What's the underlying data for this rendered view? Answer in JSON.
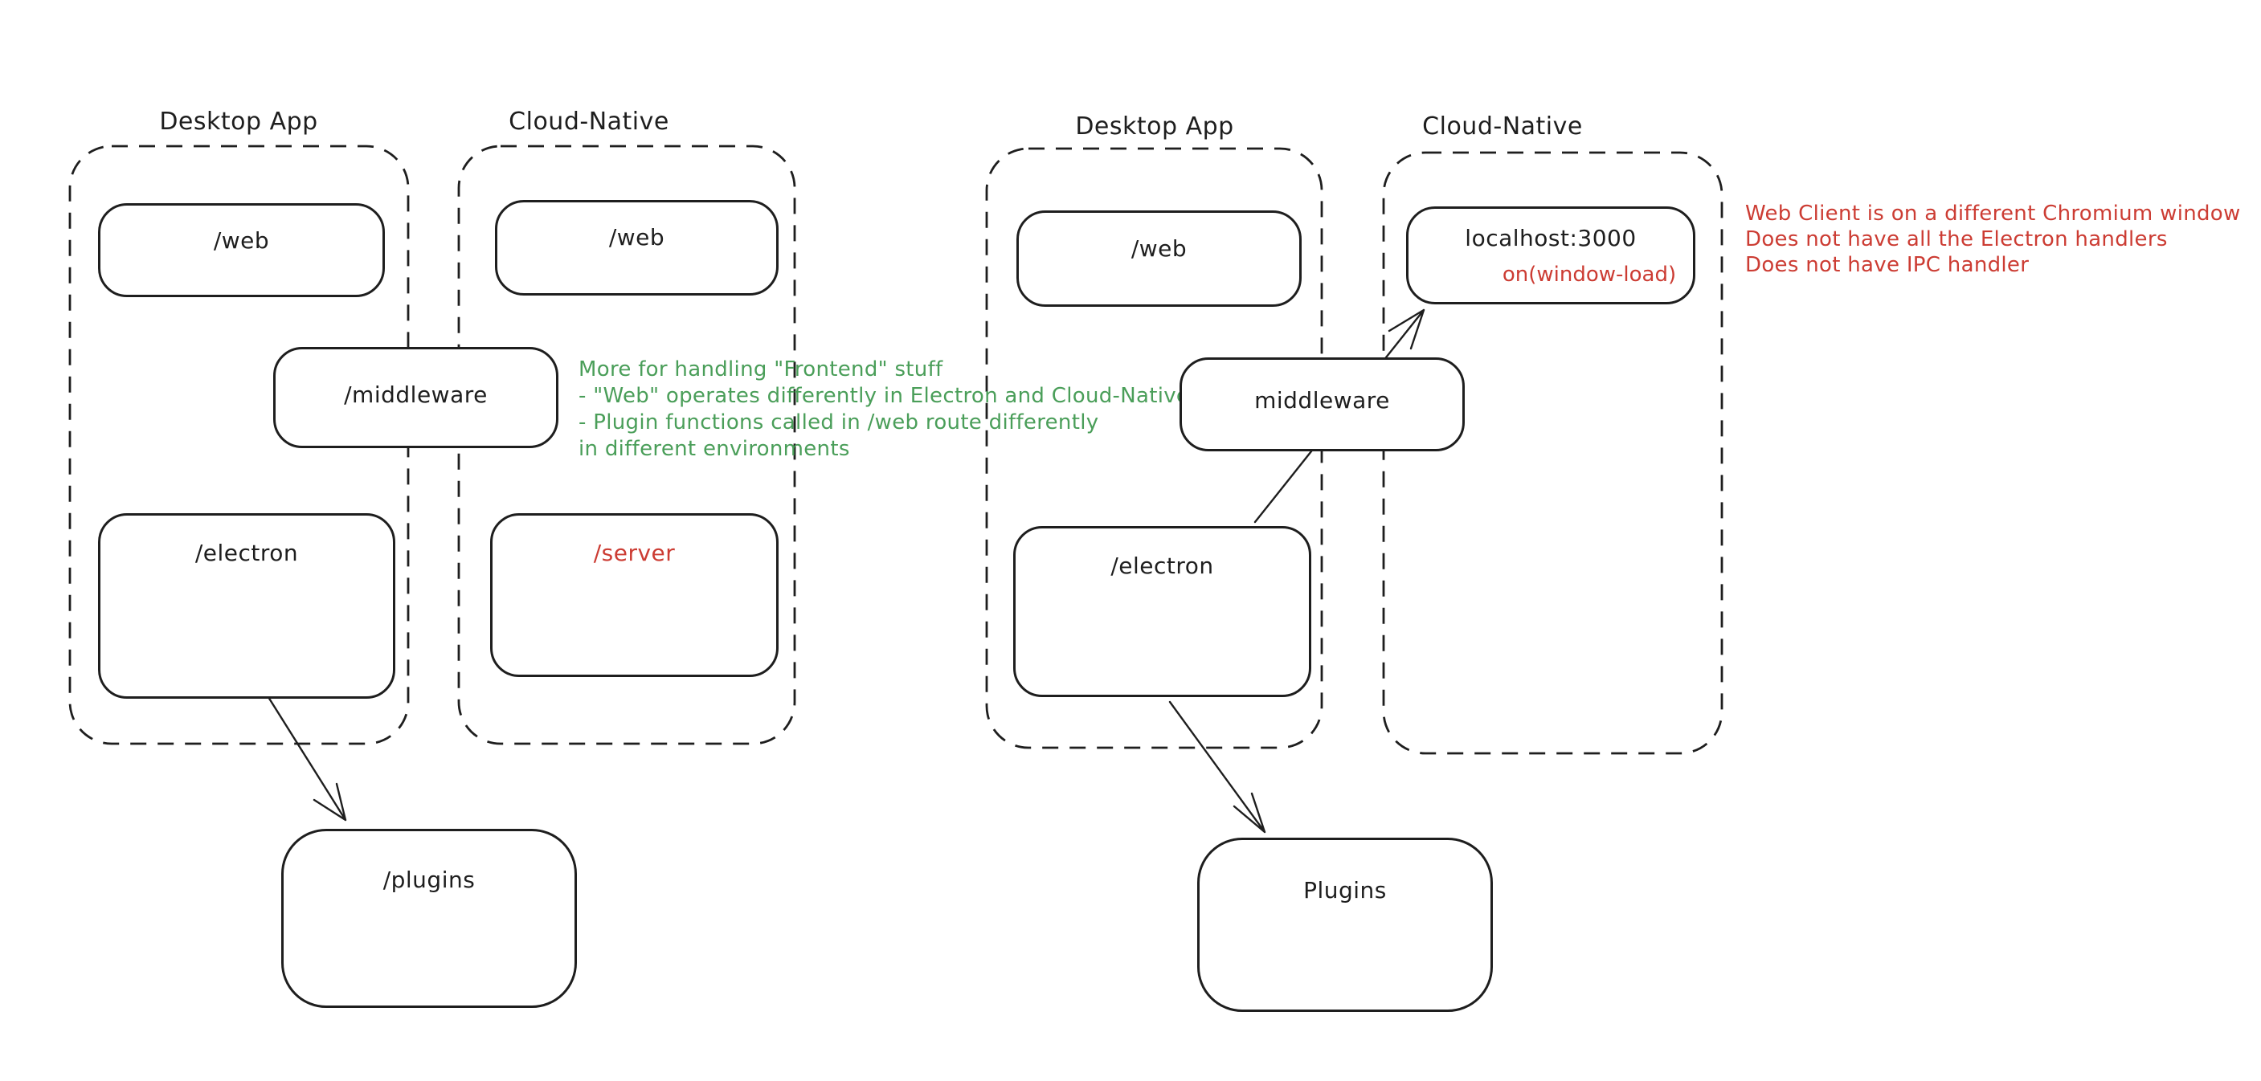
{
  "colors": {
    "background": "#ffffff",
    "stroke": "#1e1e1e",
    "red": "#cc3c33",
    "green": "#4a9e59"
  },
  "left_diagram": {
    "desktop_group": {
      "label": "Desktop App"
    },
    "cloud_group": {
      "label": "Cloud-Native"
    },
    "nodes": {
      "web_desktop": "/web",
      "web_cloud": "/web",
      "middleware": "/middleware",
      "electron": "/electron",
      "server": "/server",
      "plugins": "/plugins"
    },
    "note_lines": [
      "More for handling \"Frontend\" stuff",
      "- \"Web\" operates differently in Electron and Cloud-Native",
      "- Plugin functions called in /web route differently",
      "in different environments"
    ],
    "connections": [
      {
        "from": "/electron",
        "to": "/plugins"
      }
    ]
  },
  "right_diagram": {
    "desktop_group": {
      "label": "Desktop App"
    },
    "cloud_group": {
      "label": "Cloud-Native"
    },
    "nodes": {
      "web": "/web",
      "localhost_title": "localhost:3000",
      "localhost_subtitle": "on(window-load)",
      "middleware": "middleware",
      "electron": "/electron",
      "plugins": "Plugins"
    },
    "note_lines": [
      "Web Client is on a different Chromium window",
      "Does not have all the Electron handlers",
      "Does not have IPC handler"
    ],
    "connections": [
      {
        "from": "/electron",
        "to": "localhost:3000"
      },
      {
        "from": "/electron",
        "to": "Plugins"
      }
    ]
  }
}
